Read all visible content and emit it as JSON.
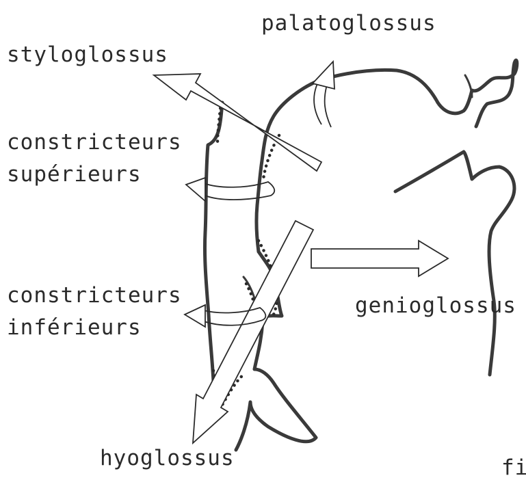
{
  "labels": {
    "palatoglossus": "palatoglossus",
    "styloglossus": "styloglossus",
    "constricteurs_superieurs_1": "constricteurs",
    "constricteurs_superieurs_2": "supérieurs",
    "constricteurs_inferieurs_1": "constricteurs",
    "constricteurs_inferieurs_2": "inférieurs",
    "genioglossus": "genioglossus",
    "hyoglossus": "hyoglossus",
    "figure_fragment": "fi"
  },
  "colors": {
    "ink": "#2a2a2a",
    "contour": "#3a3a3a",
    "background": "#ffffff"
  }
}
